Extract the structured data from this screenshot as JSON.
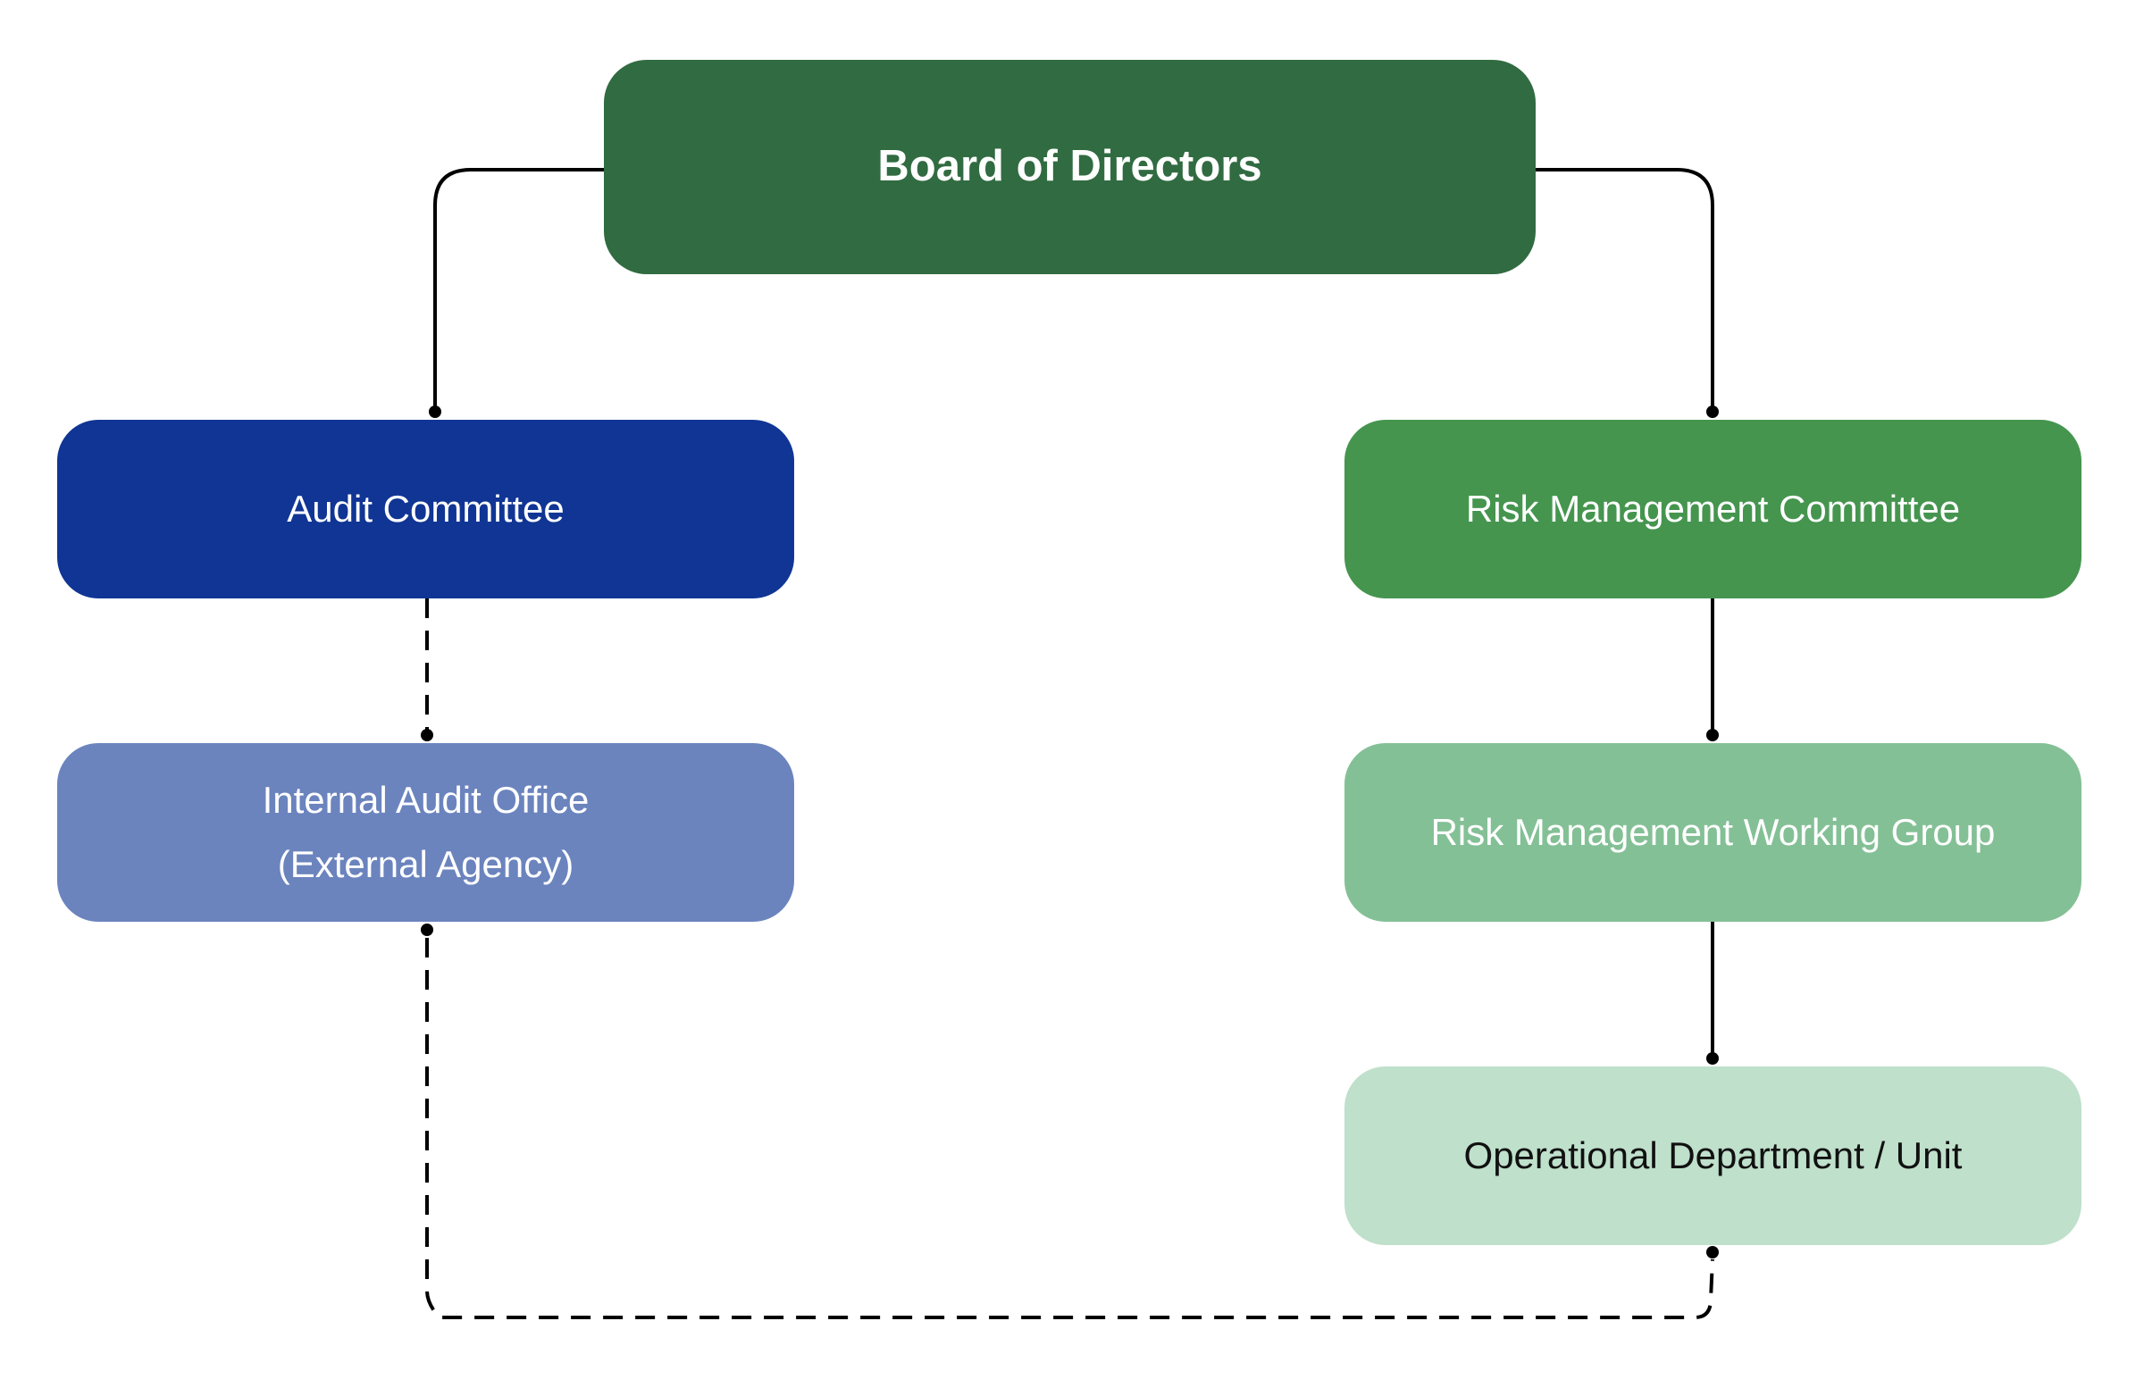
{
  "diagram": {
    "type": "organization-chart",
    "nodes": {
      "board": {
        "label": "Board of Directors",
        "color": "#316B41",
        "text_color": "#FFFFFF"
      },
      "audit_committee": {
        "label": "Audit Committee",
        "color": "#103594",
        "text_color": "#FFFFFF"
      },
      "internal_audit_office": {
        "label_line1": "Internal Audit Office",
        "label_line2": "(External Agency)",
        "color": "#6B84BE",
        "text_color": "#FFFFFF"
      },
      "risk_management_committee": {
        "label": "Risk Management Committee",
        "color": "#45954F",
        "text_color": "#FFFFFF"
      },
      "risk_management_working_group": {
        "label": "Risk Management Working Group",
        "color": "#84C096",
        "text_color": "#FFFFFF"
      },
      "operational_department": {
        "label": "Operational Department / Unit",
        "color": "#BFE0CB",
        "text_color": "#111111"
      }
    },
    "edges": [
      {
        "from": "Board of Directors",
        "to": "Audit Committee",
        "style": "solid"
      },
      {
        "from": "Board of Directors",
        "to": "Risk Management Committee",
        "style": "solid"
      },
      {
        "from": "Audit Committee",
        "to": "Internal Audit Office (External Agency)",
        "style": "dashed"
      },
      {
        "from": "Risk Management Committee",
        "to": "Risk Management Working Group",
        "style": "solid"
      },
      {
        "from": "Risk Management Working Group",
        "to": "Operational Department / Unit",
        "style": "solid"
      },
      {
        "from": "Internal Audit Office (External Agency)",
        "to": "Operational Department / Unit",
        "style": "dashed"
      }
    ],
    "line_color": "#000000"
  }
}
